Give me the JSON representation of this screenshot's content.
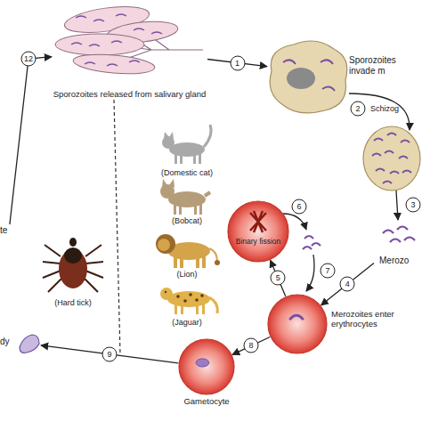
{
  "diagram": {
    "nodes": [
      {
        "text": [
          "Sporozoites released from salivary gland"
        ]
      },
      {
        "text": [
          "Sporozoites invade m"
        ]
      },
      {
        "text": [
          "te"
        ]
      },
      {
        "text": [
          "Merozo"
        ]
      },
      {
        "text": [
          "Binary fission"
        ]
      },
      {
        "text": [
          "Merozoites enter erythrocytes"
        ]
      },
      {
        "text": [
          "dy"
        ]
      },
      {
        "text": [
          "Gametocyte"
        ]
      }
    ],
    "edges": [
      {
        "from": 2,
        "to": 0,
        "arrow": "to",
        "label": "12"
      },
      {
        "from": 0,
        "to": 1,
        "arrow": "to",
        "label": "1"
      },
      {
        "from": 3,
        "to": 5,
        "arrow": "to",
        "label": "4"
      },
      {
        "from": 5,
        "to": 4,
        "arrow": "to",
        "label": "5"
      },
      {
        "from": 5,
        "to": 7,
        "arrow": "to",
        "label": "8"
      },
      {
        "from": 7,
        "to": 6,
        "arrow": "to",
        "label": "9"
      }
    ],
    "labels": [
      "2",
      "3",
      "6",
      "7",
      "Schizog",
      "(Domestic cat)",
      "(Bobcat)",
      "(Lion)",
      "(Jaguar)",
      "(Hard tick)"
    ]
  }
}
